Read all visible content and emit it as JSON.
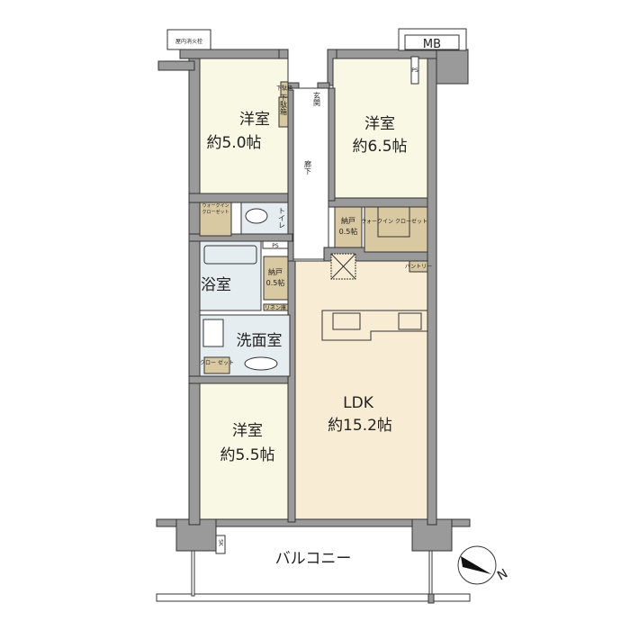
{
  "rooms": {
    "western_room_1": {
      "name": "洋室",
      "size": "約5.0帖"
    },
    "western_room_2": {
      "name": "洋室",
      "size": "約6.5帖"
    },
    "western_room_3": {
      "name": "洋室",
      "size": "約5.5帖"
    },
    "ldk": {
      "name": "LDK",
      "size": "約15.2帖"
    },
    "entrance": "玄関",
    "hallway": "廊下",
    "shoe_box": "下駄箱",
    "shoe_box_small": "下駄箱",
    "toilet": "トイレ",
    "bathroom": "浴室",
    "washroom": "洗面室",
    "storage_1": {
      "name": "納戸",
      "size": "0.5帖"
    },
    "storage_2": {
      "name": "納戸",
      "size": "0.5帖"
    },
    "walk_in_closet_1": "ウォークイン クローゼット",
    "walk_in_closet_2": "ウォークイン クローゼット",
    "closet": "クロー ゼット",
    "linen": "リネン庫",
    "pantry": "パントリー",
    "ps_1": "PS",
    "ps_2": "PS",
    "mb": "MB",
    "fire_hydrant": "屋内消火栓",
    "sk": "SK",
    "balcony": "バルコニー"
  },
  "compass": {
    "label": "N"
  },
  "colors": {
    "wall": "#9a9a9a",
    "bedroom": "#f8f8e4",
    "ldk": "#f8ecd4",
    "storage": "#d9c9a2",
    "wet_area": "#e6edf0"
  }
}
